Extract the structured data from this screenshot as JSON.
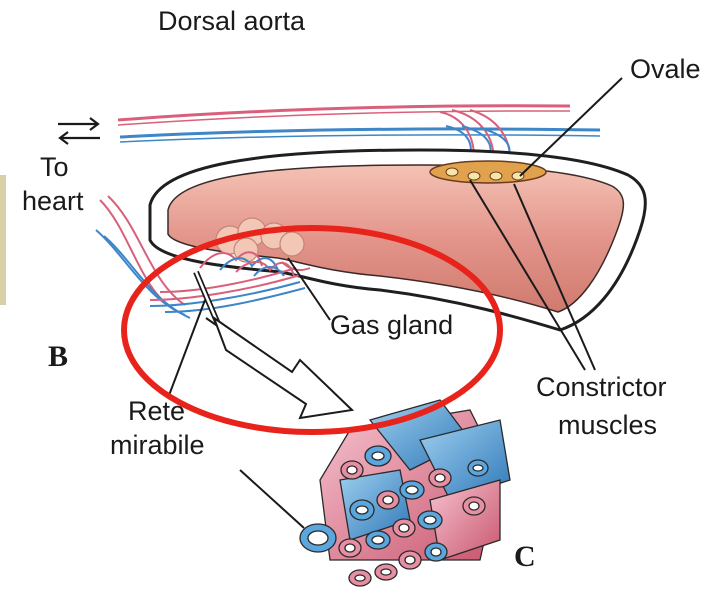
{
  "labels": {
    "dorsal_aorta": "Dorsal aorta",
    "ovale": "Ovale",
    "to_heart_line1": "To",
    "to_heart_line2": "heart",
    "gas_gland": "Gas gland",
    "rete_line1": "Rete",
    "rete_line2": "mirabile",
    "constrictor_line1": "Constrictor",
    "constrictor_line2": "muscles",
    "panel_b": "B",
    "panel_c": "C"
  },
  "colors": {
    "artery": "#d9607a",
    "vein": "#3d86c8",
    "bladder_fill": "#e3958b",
    "bladder_wall": "#1f1f1f",
    "highlight_ellipse": "#e8231c",
    "vessel_blue": "#5aa6dd",
    "vessel_pink": "#e88ea2"
  }
}
